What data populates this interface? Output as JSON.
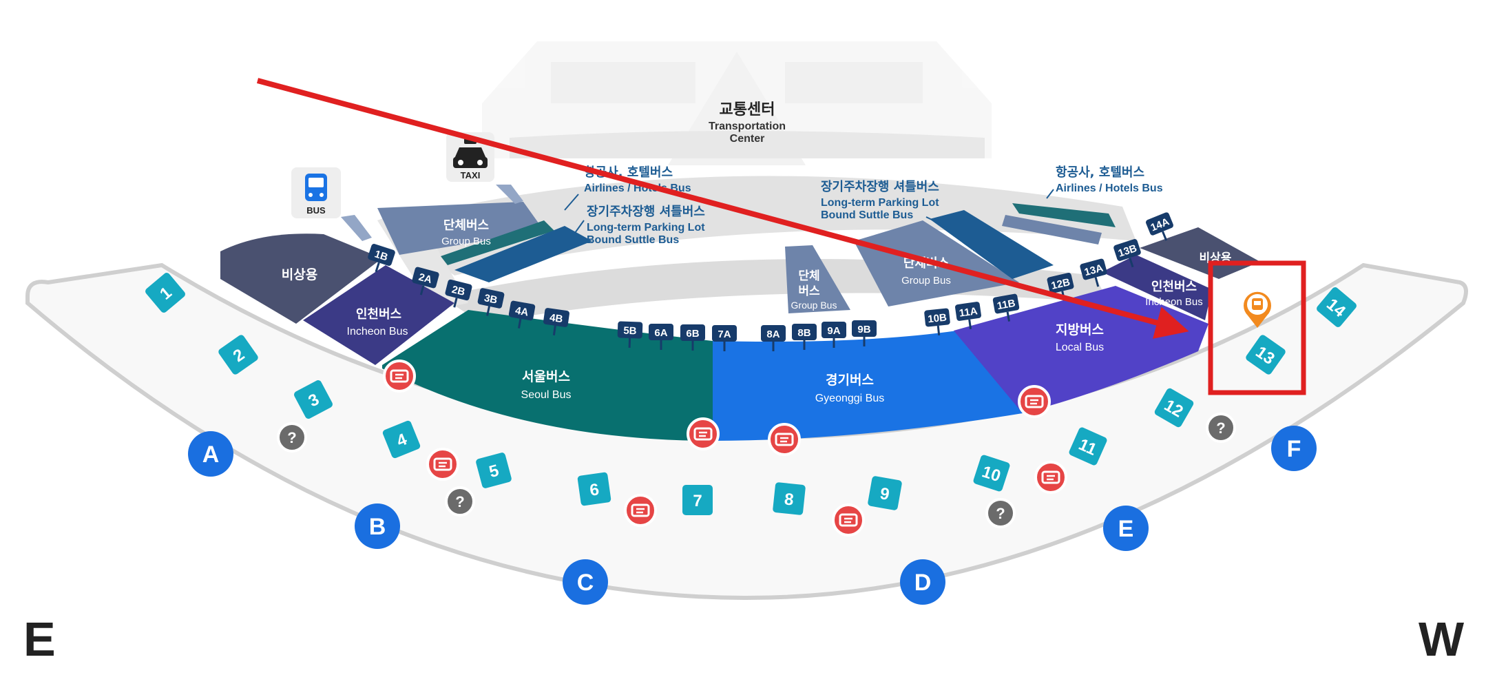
{
  "map": {
    "transport_center": {
      "ko": "교통센터",
      "en_line1": "Transportation",
      "en_line2": "Center"
    },
    "taxi_label": "TAXI",
    "bus_label": "BUS",
    "zones": {
      "emergency_left": "비상용",
      "emergency_right": "비상용",
      "incheon_left": {
        "ko": "인천버스",
        "en": "Incheon Bus"
      },
      "incheon_right": {
        "ko": "인천버스",
        "en": "Incheon Bus"
      },
      "group_left": {
        "ko": "단체버스",
        "en": "Group Bus"
      },
      "group_mid": {
        "ko1": "단체",
        "ko2": "버스",
        "en": "Group Bus"
      },
      "group_right": {
        "ko": "단체버스",
        "en": "Group Bus"
      },
      "seoul": {
        "ko": "서울버스",
        "en": "Seoul Bus"
      },
      "gyeonggi": {
        "ko": "경기버스",
        "en": "Gyeonggi Bus"
      },
      "local": {
        "ko": "지방버스",
        "en": "Local Bus"
      }
    },
    "callouts": {
      "airlines_left": {
        "ko": "항공사, 호텔버스",
        "en": "Airlines / Hotels Bus"
      },
      "parking_left": {
        "ko": "장기주차장행 셔틀버스",
        "en1": "Long-term Parking Lot",
        "en2": "Bound Suttle Bus"
      },
      "parking_right": {
        "ko": "장기주차장행 셔틀버스",
        "en1": "Long-term Parking Lot",
        "en2": "Bound Suttle Bus"
      },
      "airlines_right": {
        "ko": "항공사, 호텔버스",
        "en": "Airlines / Hotels Bus"
      }
    },
    "stop_labels": [
      "1B",
      "2A",
      "2B",
      "3B",
      "4A",
      "4B",
      "5B",
      "6A",
      "6B",
      "7A",
      "8A",
      "8B",
      "9A",
      "9B",
      "10B",
      "11A",
      "11B",
      "12B",
      "13A",
      "13B",
      "14A"
    ],
    "gates": [
      "1",
      "2",
      "3",
      "4",
      "5",
      "6",
      "7",
      "8",
      "9",
      "10",
      "11",
      "12",
      "13",
      "14"
    ],
    "exits": [
      "A",
      "B",
      "C",
      "D",
      "E",
      "F"
    ],
    "info_symbol": "?",
    "compass": {
      "left": "E",
      "right": "W"
    },
    "colors": {
      "emergency": "#4a5170",
      "incheon": "#3b3a86",
      "group": "#6e84aa",
      "seoul": "#08706f",
      "gyeonggi": "#1a73e4",
      "local": "#5142c7",
      "gate": "#16a9c2",
      "exit": "#1a6fe0",
      "stop": "#173b6a",
      "ticket": "#e64545",
      "info": "#6b6b6b",
      "highlight": "#e02020",
      "marker": "#f28a1f"
    }
  }
}
